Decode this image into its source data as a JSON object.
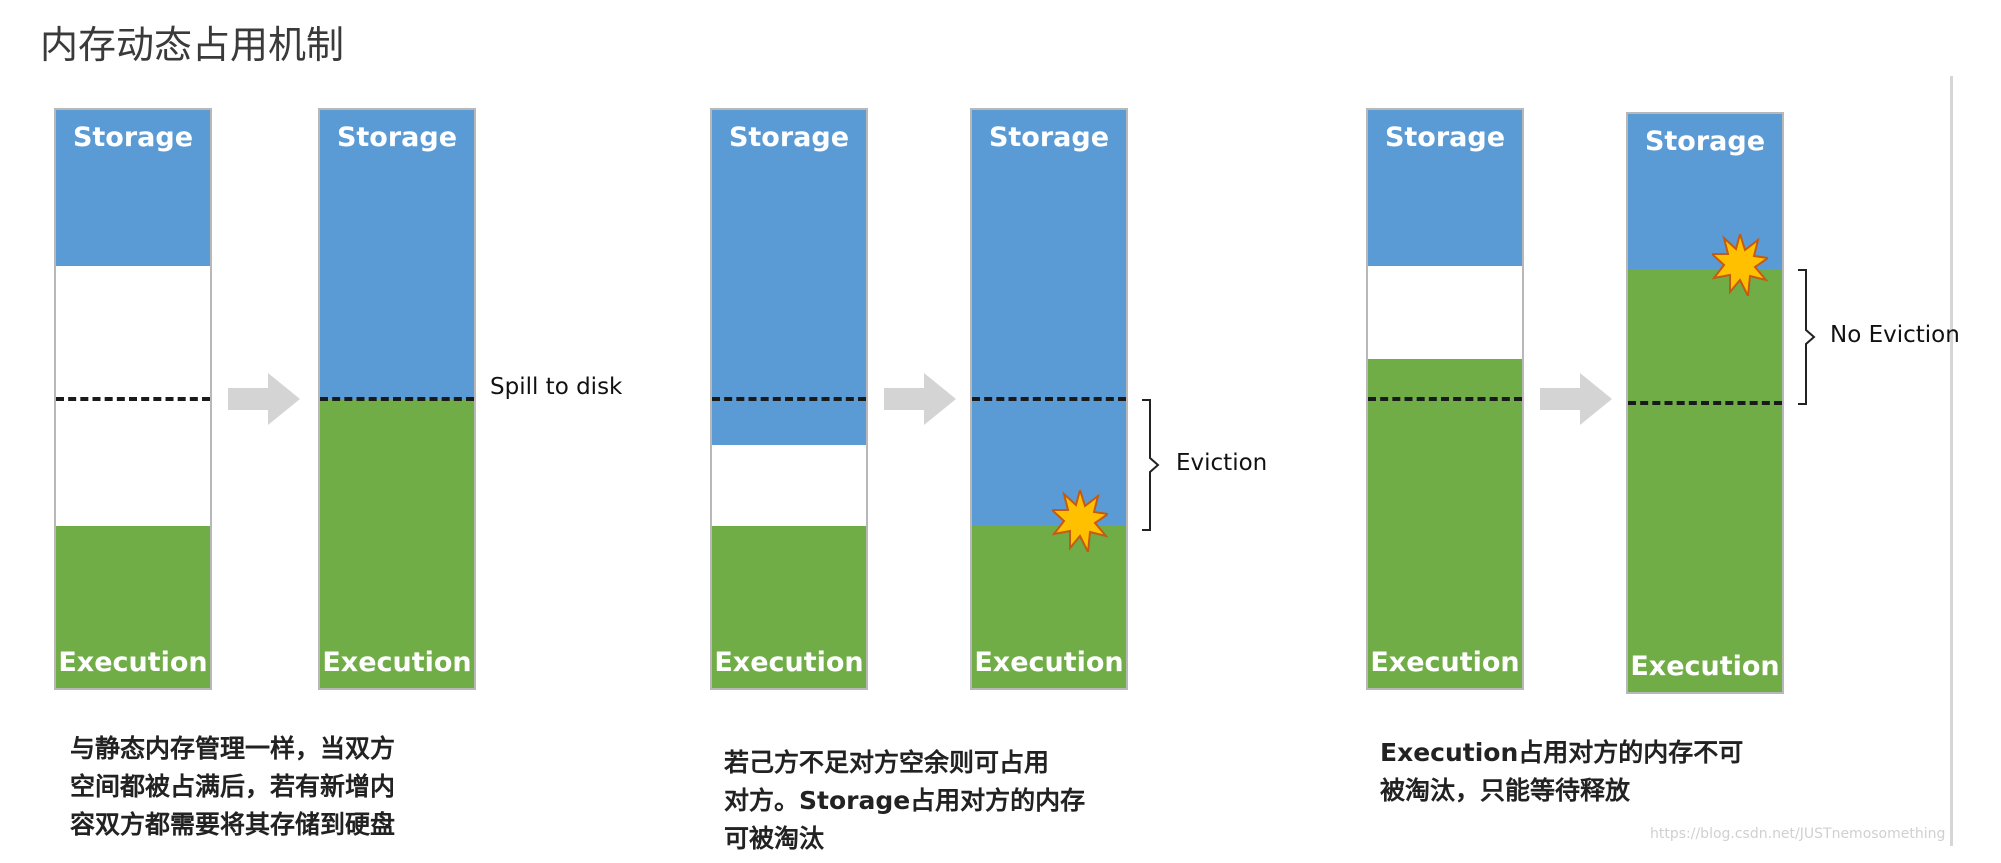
{
  "title": "内存动态占用机制",
  "colors": {
    "storage": "#5b9bd5",
    "execution": "#70ad47",
    "free": "#ffffff"
  },
  "labels": {
    "storage": "Storage",
    "execution": "Execution"
  },
  "panels": [
    {
      "before": {
        "storage": 0.27,
        "free": 0.45,
        "execution": 0.28,
        "boundary": 0.5
      },
      "after": {
        "storage": 0.5,
        "free": 0.0,
        "execution": 0.5,
        "boundary": 0.5
      },
      "note": "Spill to disk",
      "caption": [
        "与静态内存管理一样，当双方",
        "空间都被占满后，若有新增内",
        "容双方都需要将其存储到硬盘"
      ]
    },
    {
      "before": {
        "storage": 0.58,
        "free": 0.14,
        "execution": 0.28,
        "boundary": 0.5
      },
      "after": {
        "storage": 0.72,
        "free": 0.0,
        "execution": 0.28,
        "boundary": 0.5
      },
      "note": "Eviction",
      "caption": [
        "若己方不足对方空余则可占用",
        "对方。Storage占用对方的内存",
        "可被淘汰"
      ]
    },
    {
      "before": {
        "storage": 0.27,
        "free": 0.16,
        "execution": 0.57,
        "boundary": 0.5
      },
      "after": {
        "storage": 0.27,
        "free": 0.0,
        "execution": 0.73,
        "boundary": 0.5
      },
      "note": "No Eviction",
      "caption": [
        "Execution占用对方的内存不可",
        "被淘汰，只能等待释放"
      ]
    }
  ],
  "watermark": "https://blog.csdn.net/JUSTnemosomething",
  "icons": {
    "arrow": "right-arrow-icon",
    "burst": "explosion-icon"
  }
}
